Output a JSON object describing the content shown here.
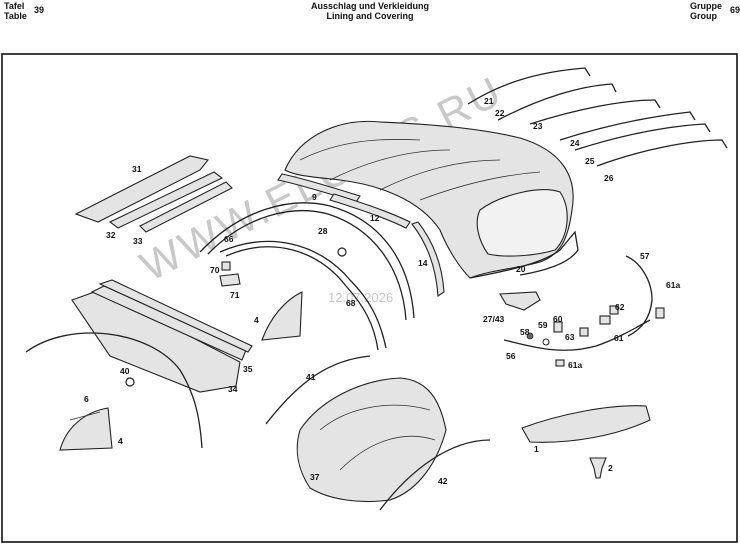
{
  "header": {
    "table_de": "Tafel",
    "table_en": "Table",
    "table_no": "39",
    "title_de": "Ausschlag und Verkleidung",
    "title_en": "Lining and Covering",
    "group_de": "Gruppe",
    "group_en": "Group",
    "group_no": "69"
  },
  "watermark": {
    "text": "WWW.ELCATS.RU",
    "date": "12.07.2026"
  },
  "callouts": [
    "1",
    "2",
    "4",
    "4",
    "6",
    "9",
    "12",
    "14",
    "20",
    "21",
    "22",
    "23",
    "24",
    "25",
    "26",
    "27/43",
    "28",
    "31",
    "32",
    "33",
    "34",
    "35",
    "37",
    "40",
    "41",
    "42",
    "56",
    "57",
    "58",
    "59",
    "60",
    "61",
    "61a",
    "61a",
    "62",
    "63",
    "66",
    "68",
    "70",
    "71"
  ]
}
